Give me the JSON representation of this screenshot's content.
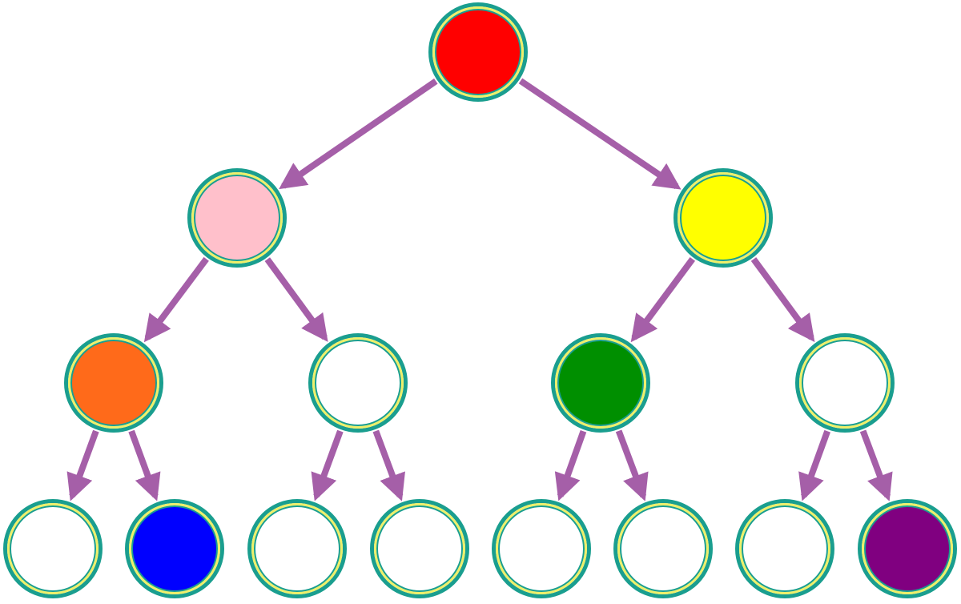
{
  "diagram": {
    "type": "binary-tree",
    "levels": 4,
    "style": {
      "ring_outer_color": "#1A9E8F",
      "ring_inner_color": "#EEF06A",
      "arrow_color": "#A55FA8",
      "empty_fill": "#FFFFFF"
    },
    "nodes": [
      {
        "id": "n0",
        "level": 0,
        "fill": "#FF0000"
      },
      {
        "id": "n1",
        "level": 1,
        "fill": "#FFC0CB"
      },
      {
        "id": "n2",
        "level": 1,
        "fill": "#FFFF00"
      },
      {
        "id": "n3",
        "level": 2,
        "fill": "#FF6A1A"
      },
      {
        "id": "n4",
        "level": 2,
        "fill": "#FFFFFF"
      },
      {
        "id": "n5",
        "level": 2,
        "fill": "#008F00"
      },
      {
        "id": "n6",
        "level": 2,
        "fill": "#FFFFFF"
      },
      {
        "id": "n7",
        "level": 3,
        "fill": "#FFFFFF"
      },
      {
        "id": "n8",
        "level": 3,
        "fill": "#0000FF"
      },
      {
        "id": "n9",
        "level": 3,
        "fill": "#FFFFFF"
      },
      {
        "id": "n10",
        "level": 3,
        "fill": "#FFFFFF"
      },
      {
        "id": "n11",
        "level": 3,
        "fill": "#FFFFFF"
      },
      {
        "id": "n12",
        "level": 3,
        "fill": "#FFFFFF"
      },
      {
        "id": "n13",
        "level": 3,
        "fill": "#FFFFFF"
      },
      {
        "id": "n14",
        "level": 3,
        "fill": "#800080"
      }
    ],
    "edges": [
      {
        "from": "n0",
        "to": "n1"
      },
      {
        "from": "n0",
        "to": "n2"
      },
      {
        "from": "n1",
        "to": "n3"
      },
      {
        "from": "n1",
        "to": "n4"
      },
      {
        "from": "n2",
        "to": "n5"
      },
      {
        "from": "n2",
        "to": "n6"
      },
      {
        "from": "n3",
        "to": "n7"
      },
      {
        "from": "n3",
        "to": "n8"
      },
      {
        "from": "n4",
        "to": "n9"
      },
      {
        "from": "n4",
        "to": "n10"
      },
      {
        "from": "n5",
        "to": "n11"
      },
      {
        "from": "n5",
        "to": "n12"
      },
      {
        "from": "n6",
        "to": "n13"
      },
      {
        "from": "n6",
        "to": "n14"
      }
    ]
  }
}
